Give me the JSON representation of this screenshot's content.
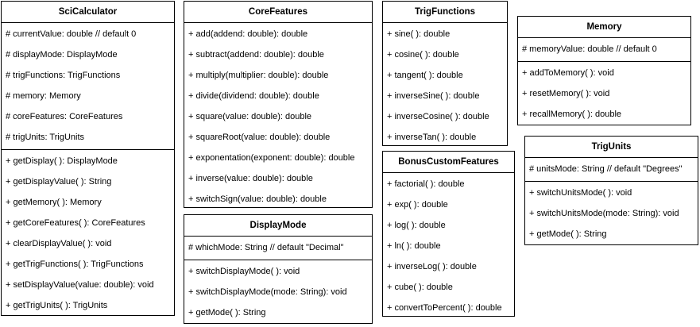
{
  "classes": [
    {
      "name": "SciCalculator",
      "attributes": [
        "# currentValue: double // default 0",
        "# displayMode: DisplayMode",
        "# trigFunctions: TrigFunctions",
        "# memory: Memory",
        "# coreFeatures: CoreFeatures",
        "# trigUnits: TrigUnits"
      ],
      "methods": [
        "+ getDisplay( ): DisplayMode",
        "+ getDisplayValue( ): String",
        "+ getMemory( ): Memory",
        "+ getCoreFeatures( ): CoreFeatures",
        "+ clearDisplayValue( ): void",
        "+ getTrigFunctions( ): TrigFunctions",
        "+ setDisplayValue(value: double): void",
        "+ getTrigUnits( ): TrigUnits"
      ]
    },
    {
      "name": "CoreFeatures",
      "attributes": [],
      "methods": [
        "+ add(addend: double): double",
        "+ subtract(addend: double): double",
        "+ multiply(multiplier: double): double",
        "+ divide(dividend: double): double",
        "+ square(value: double): double",
        "+ squareRoot(value: double): double",
        "+ exponentation(exponent: double): double",
        "+ inverse(value: double): double",
        "+ switchSign(value: double): double"
      ]
    },
    {
      "name": "DisplayMode",
      "attributes": [
        "# whichMode: String // default \"Decimal\""
      ],
      "methods": [
        "+ switchDisplayMode( ): void",
        "+ switchDisplayMode(mode: String): void",
        "+ getMode( ): String"
      ]
    },
    {
      "name": "TrigFunctions",
      "attributes": [],
      "methods": [
        "+ sine( ): double",
        "+ cosine( ): double",
        "+ tangent( ): double",
        "+ inverseSine( ): double",
        "+ inverseCosine( ): double",
        "+ inverseTan( ): double"
      ]
    },
    {
      "name": "BonusCustomFeatures",
      "attributes": [],
      "methods": [
        "+ factorial( ): double",
        "+ exp( ): double",
        "+ log( ): double",
        "+ ln( ): double",
        "+ inverseLog( ): double",
        "+ cube( ): double",
        "+ convertToPercent( ): double"
      ]
    },
    {
      "name": "Memory",
      "attributes": [
        "# memoryValue: double // default 0"
      ],
      "methods": [
        "+ addToMemory( ): void",
        "+ resetMemory( ): void",
        "+ recallMemory( ): double"
      ]
    },
    {
      "name": "TrigUnits",
      "attributes": [
        "# unitsMode: String // default \"Degrees\""
      ],
      "methods": [
        "+ switchUnitsMode( ): void",
        "+ switchUnitsMode(mode: String): void",
        "+ getMode( ): String"
      ]
    }
  ]
}
